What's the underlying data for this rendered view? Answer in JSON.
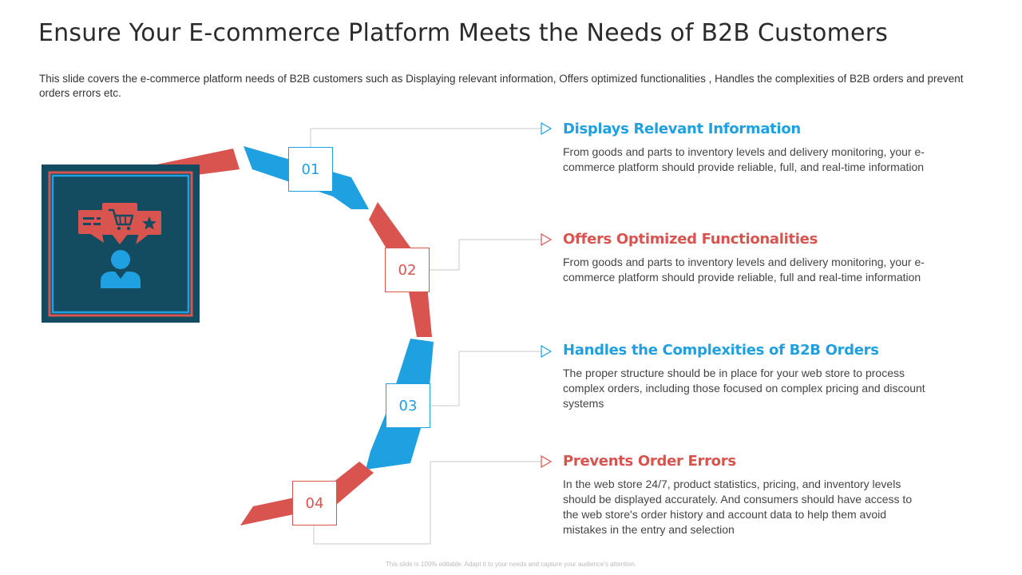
{
  "header": {
    "title": "Ensure Your E-commerce Platform Meets the Needs of B2B Customers",
    "subtitle": "This slide covers the e-commerce platform needs of B2B customers such as Displaying relevant information, Offers optimized functionalities , Handles the complexities of B2B orders and prevent orders errors etc."
  },
  "colors": {
    "blue": "#1fa0e0",
    "red": "#d9534f",
    "navy": "#134c61"
  },
  "items": [
    {
      "number": "01",
      "title": "Displays Relevant Information",
      "text": "From goods and parts to inventory levels and delivery monitoring, your e-commerce platform should provide reliable, full, and real-time information"
    },
    {
      "number": "02",
      "title": "Offers Optimized Functionalities",
      "text": "From goods and parts to inventory levels and delivery monitoring, your e-commerce platform should provide reliable, full and real-time information"
    },
    {
      "number": "03",
      "title": "Handles the Complexities of B2B Orders",
      "text": "The proper structure should be in place for your web store to process complex orders, including those focused on complex pricing and discount systems"
    },
    {
      "number": "04",
      "title": "Prevents Order Errors",
      "text": "In the web store 24/7, product statistics, pricing, and inventory levels should be displayed accurately. And consumers should have access to the web store's order history and account data to help them avoid mistakes in the entry and selection"
    }
  ],
  "icon": {
    "name": "customer-ecommerce-icon"
  },
  "footer": {
    "text": "This slide is 100% editable. Adapt it to your needs and capture your audience's attention."
  }
}
